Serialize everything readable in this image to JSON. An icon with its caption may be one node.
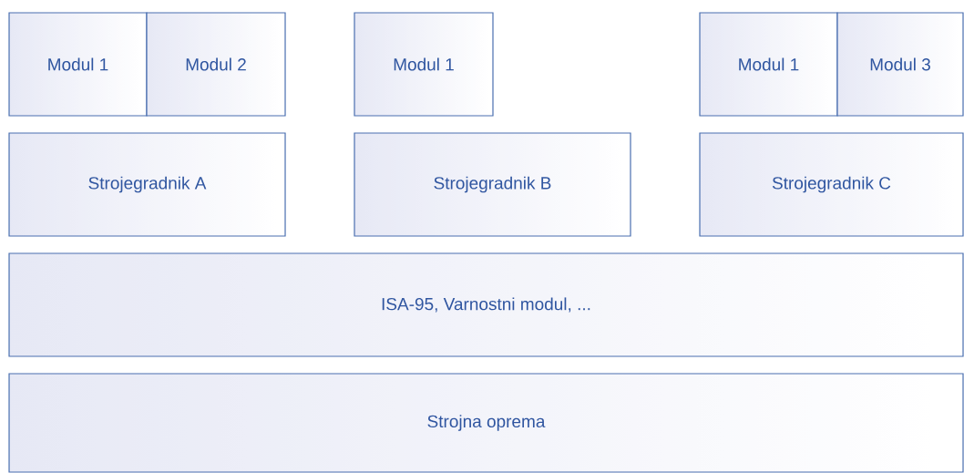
{
  "diagram": {
    "nodes": [
      {
        "text": [
          "Modul 1"
        ]
      },
      {
        "text": [
          "Modul 2"
        ]
      },
      {
        "text": [
          "Modul 1"
        ]
      },
      {
        "text": [
          "Modul 1"
        ]
      },
      {
        "text": [
          "Modul 3"
        ]
      },
      {
        "text": [
          "Strojegradnik A"
        ]
      },
      {
        "text": [
          "Strojegradnik B"
        ]
      },
      {
        "text": [
          "Strojegradnik C"
        ]
      },
      {
        "text": [
          "ISA-95, Varnostni modul, ..."
        ]
      },
      {
        "text": [
          "Strojna oprema"
        ]
      }
    ]
  }
}
